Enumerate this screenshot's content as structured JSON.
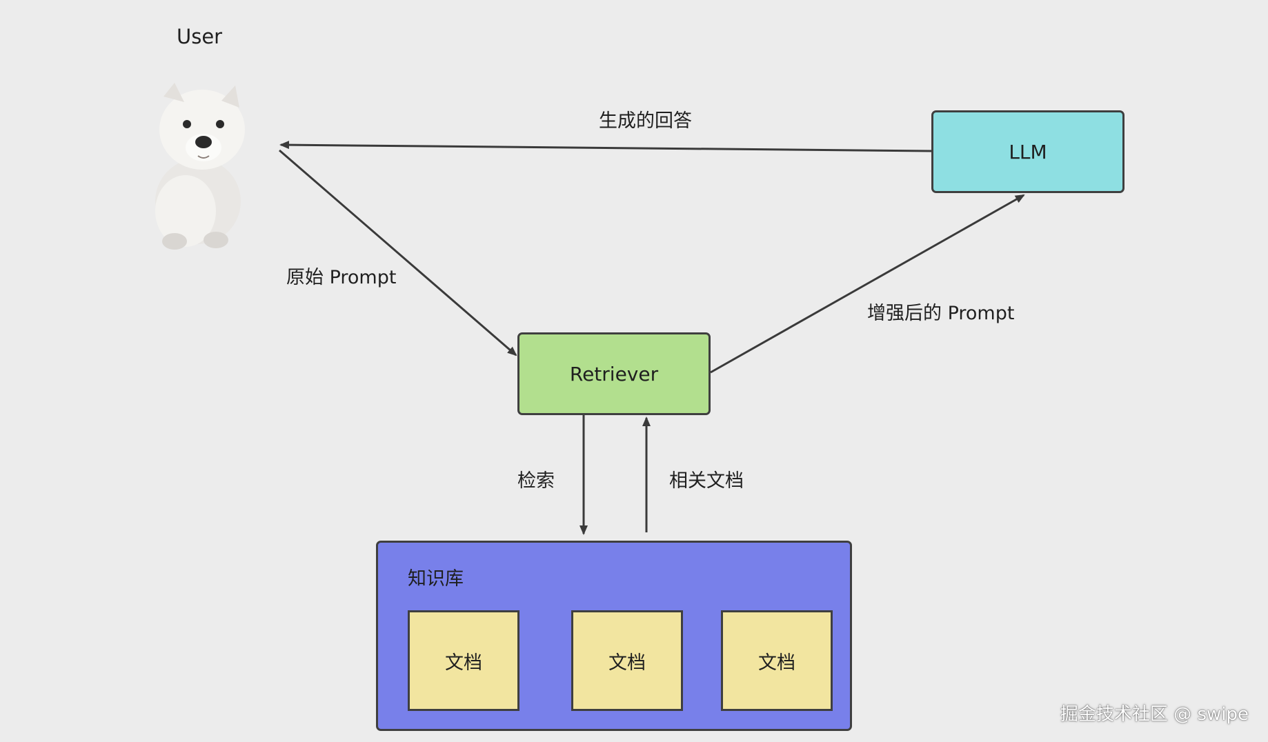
{
  "user": {
    "title": "User",
    "image": "white-puppy"
  },
  "edges": {
    "answer": "生成的回答",
    "original_prompt": "原始 Prompt",
    "enhanced_prompt": "增强后的 Prompt",
    "search": "检索",
    "related_docs": "相关文档"
  },
  "nodes": {
    "llm": "LLM",
    "retriever": "Retriever",
    "knowledge_base": {
      "title": "知识库",
      "docs": [
        "文档",
        "文档",
        "文档"
      ]
    }
  },
  "colors": {
    "background": "#ececec",
    "llm": "#8edfe2",
    "retriever": "#b2df8e",
    "knowledge_base": "#7880ea",
    "doc": "#f2e5a0",
    "arrow": "#3a3a3a"
  },
  "watermark": "掘金技术社区 @ swipe"
}
